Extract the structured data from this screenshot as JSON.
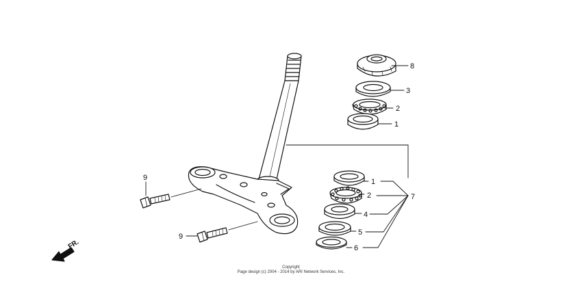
{
  "callouts": {
    "c8": "8",
    "c3": "3",
    "c2a": "2",
    "c1a": "1",
    "c1b": "1",
    "c2b": "2",
    "c7": "7",
    "c4": "4",
    "c5": "5",
    "c6": "6",
    "c9a": "9",
    "c9b": "9"
  },
  "direction": {
    "label": "FR."
  },
  "copyright": {
    "line1": "Copyright",
    "line2": "Page design (c) 2004 - 2014 by ARI Network Services, Inc."
  },
  "colors": {
    "line": "#111111",
    "paper": "#ffffff"
  }
}
